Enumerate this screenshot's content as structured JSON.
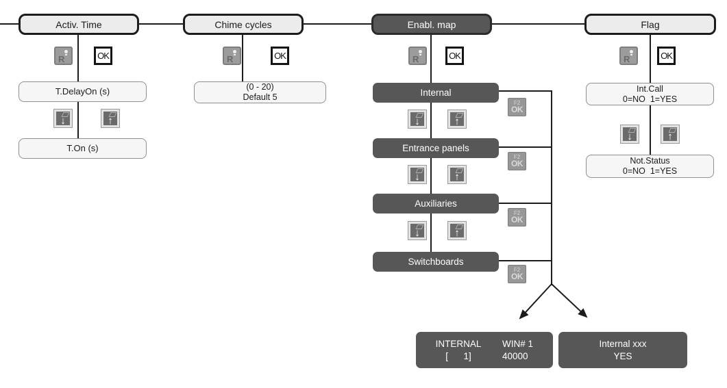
{
  "menus": {
    "activ": {
      "title": "Activ. Time",
      "sub1": "T.DelayOn (s)",
      "sub2": "T.On (s)"
    },
    "chime": {
      "title": "Chime cycles",
      "range1": "(0 - 20)",
      "range2": "Default 5"
    },
    "enabl": {
      "title": "Enabl. map",
      "items": [
        "Internal",
        "Entrance panels",
        "Auxiliaries",
        "Switchboards"
      ]
    },
    "flag": {
      "title": "Flag",
      "box1_line1": "Int.Call",
      "box1_line2": "0=NO  1=YES",
      "box2_line1": "Not.Status",
      "box2_line2": "0=NO  1=YES"
    }
  },
  "lcd": {
    "win": {
      "r1c1": "INTERNAL",
      "r1c2": "WIN# 1",
      "r2c1": "[      1]",
      "r2c2": "40000"
    },
    "state": {
      "line1": "Internal xxx",
      "line2": "YES"
    }
  },
  "keys": {
    "reset": "R",
    "ok": "OK",
    "f2": "F2",
    "down": "↓",
    "up": "↑"
  },
  "colors": {
    "dark_box": "#575757",
    "light_box": "#ececec",
    "line": "#1c1c1c"
  }
}
